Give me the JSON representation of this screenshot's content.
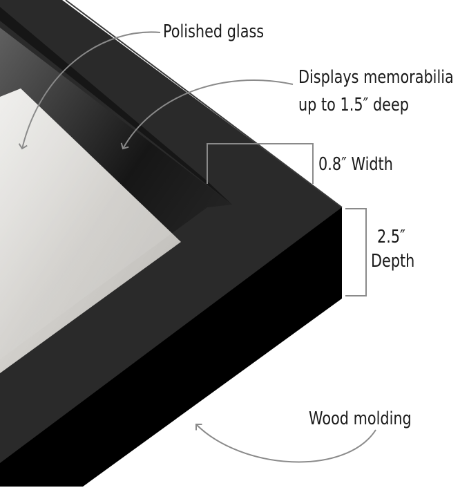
{
  "image": {
    "subject": "black shadow box frame corner",
    "colors": {
      "background": "#ffffff",
      "frame_face": "#2b2b2b",
      "frame_side": "#000000",
      "inner_wall": "#0d0d0d",
      "backing": "#d8d6d2",
      "annotation_line": "#8a8a8a",
      "text": "#1a1a1a"
    }
  },
  "labels": {
    "polished_glass": "Polished glass",
    "displays_line1": "Displays memorabilia",
    "displays_line2": "up to 1.5″ deep",
    "width": "0.8″ Width",
    "depth_value": "2.5″",
    "depth_text": "Depth",
    "wood_molding": "Wood molding"
  }
}
